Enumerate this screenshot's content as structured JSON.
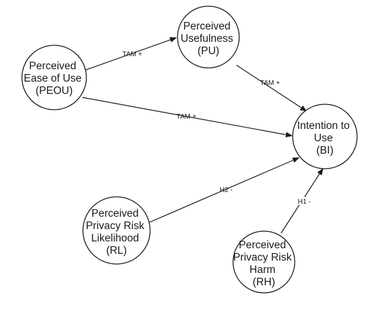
{
  "nodes": {
    "peou": {
      "lines": [
        "Perceived",
        "Ease of Use",
        "(PEOU)"
      ]
    },
    "pu": {
      "lines": [
        "Perceived",
        "Usefulness",
        "(PU)"
      ]
    },
    "bi": {
      "lines": [
        "Intention to",
        "Use",
        "(BI)"
      ]
    },
    "rl": {
      "lines": [
        "Perceived",
        "Privacy Risk",
        "Likelihood",
        "(RL)"
      ]
    },
    "rh": {
      "lines": [
        "Perceived",
        "Privacy Risk",
        "Harm",
        "(RH)"
      ]
    }
  },
  "edges": {
    "peou_pu": {
      "label": "TAM +"
    },
    "pu_bi": {
      "label": "TAM +"
    },
    "peou_bi": {
      "label": "TAM +"
    },
    "rl_bi": {
      "label": "H2 -"
    },
    "rh_bi": {
      "label": "H1 -"
    }
  }
}
